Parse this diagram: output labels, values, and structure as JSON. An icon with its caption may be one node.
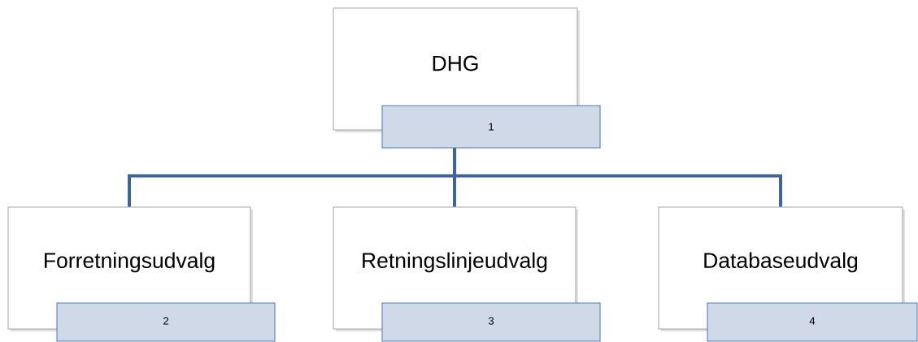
{
  "diagram": {
    "nodes": [
      {
        "text": [
          "DHG"
        ]
      },
      {
        "text": [
          "1"
        ]
      },
      {
        "text": [
          "Forretningsudvalg"
        ]
      },
      {
        "text": [
          "2"
        ]
      },
      {
        "text": [
          "Retningslinjeudvalg"
        ]
      },
      {
        "text": [
          "3"
        ]
      },
      {
        "text": [
          "Databaseudvalg"
        ]
      },
      {
        "text": [
          "4"
        ]
      }
    ],
    "edges": [
      {
        "from": 1,
        "to": 2,
        "arrow": "none"
      },
      {
        "from": 1,
        "to": 4,
        "arrow": "none"
      },
      {
        "from": 1,
        "to": 6,
        "arrow": "none"
      }
    ]
  }
}
